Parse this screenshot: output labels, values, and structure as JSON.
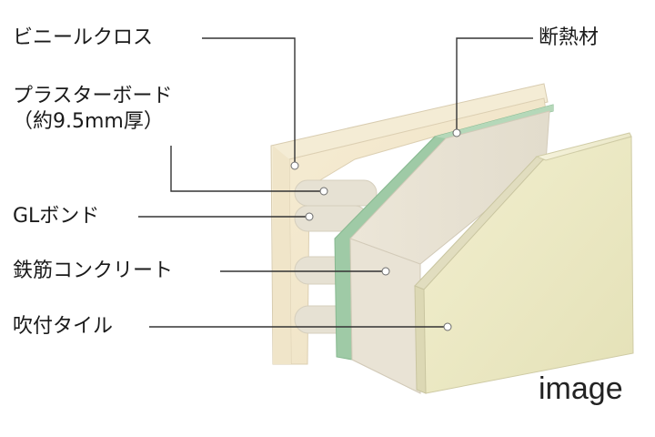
{
  "labels": {
    "vinyl_cloth": "ビニールクロス",
    "plasterboard_line1": "プラスターボード",
    "plasterboard_line2": "（約9.5mm厚）",
    "gl_bond": "GLボンド",
    "reinforced_concrete": "鉄筋コンクリート",
    "spray_tile": "吹付タイル",
    "insulation": "断熱材"
  },
  "watermark": "image",
  "colors": {
    "vinyl_cloth": "#f3ead2",
    "plasterboard": "#efe3c6",
    "gl_bond": "#e7e2d4",
    "insulation": "#9fcaa6",
    "concrete": "#e9e3d6",
    "spray_tile": "#ede9c6",
    "leader": "#333333",
    "dot": "#ffffff"
  }
}
